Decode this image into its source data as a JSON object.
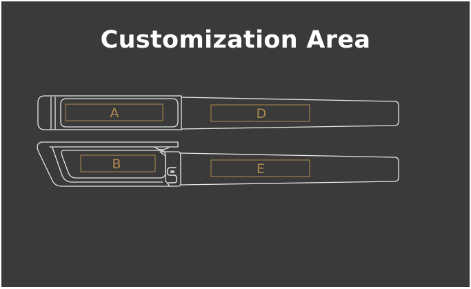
{
  "title": "Customization Area",
  "zones": {
    "a": "A",
    "b": "B",
    "d": "D",
    "e": "E"
  },
  "colors": {
    "background": "#3a3a3a",
    "outline": "#e8e8e8",
    "zone": "#b08a4e",
    "title": "#ffffff"
  },
  "icons": {
    "logo": "brand-s-logo-icon"
  }
}
